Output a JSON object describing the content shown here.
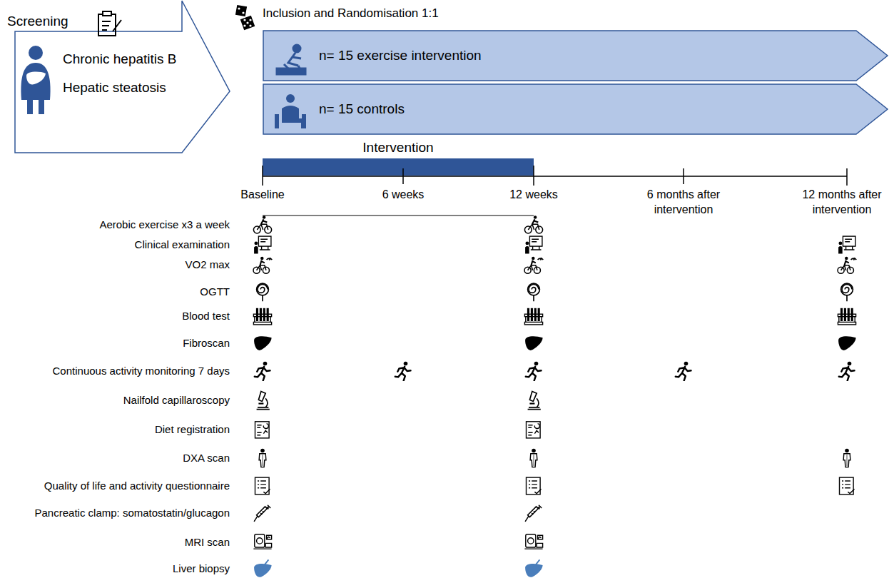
{
  "diagram": {
    "nodes": [
      {
        "text": [
          "Chronic hepatitis B",
          "Hepatic steatosis"
        ]
      },
      {
        "text": [
          "n= 15 exercise intervention"
        ]
      },
      {
        "text": [
          "n= 15 controls"
        ]
      },
      {
        "text": [
          "Intervention"
        ]
      }
    ],
    "labels": [
      "Screening",
      "Inclusion and Randomisation 1:1",
      "Baseline",
      "6 weeks",
      "12 weeks",
      "6 months after intervention",
      "12 months after intervention",
      "Aerobic exercise x3 a week",
      "Clinical examination",
      "VO2 max",
      "OGTT",
      "Blood test",
      "Fibroscan",
      "Continuous activity monitoring 7 days",
      "Nailfold capillaroscopy",
      "Diet registration",
      "DXA scan",
      "Quality of life and activity questionnaire",
      "Pancreatic clamp: somatostatin/glucagon",
      "MRI scan",
      "Liver biopsy"
    ]
  }
}
